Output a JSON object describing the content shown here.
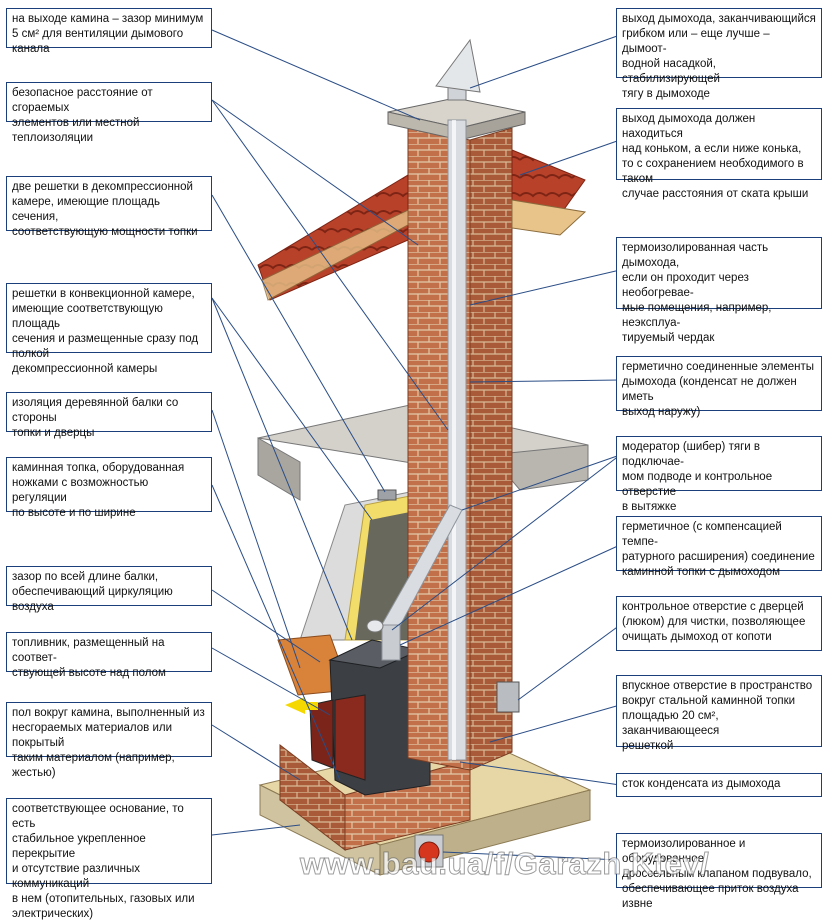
{
  "callouts_left": [
    {
      "id": "l1",
      "text": "на выходе камина – зазор минимум\n5 см² для вентиляции дымового канала"
    },
    {
      "id": "l2",
      "text": "безопасное расстояние от сгораемых\nэлементов или местной теплоизоляции"
    },
    {
      "id": "l3",
      "text": "две решетки в декомпрессионной\nкамере, имеющие площадь сечения,\nсоответствующую мощности топки"
    },
    {
      "id": "l4",
      "text": "решетки в конвекционной камере,\nимеющие соответствующую площадь\nсечения и размещенные сразу под полкой\nдекомпрессионной камеры"
    },
    {
      "id": "l5",
      "text": "изоляция деревянной балки со стороны\nтопки и дверцы"
    },
    {
      "id": "l6",
      "text": "каминная топка, оборудованная\nножками с возможностью регуляции\nпо высоте и по ширине"
    },
    {
      "id": "l7",
      "text": "зазор по всей длине балки,\nобеспечивающий циркуляцию воздуха"
    },
    {
      "id": "l8",
      "text": "топливник, размещенный на соответ-\nствующей высоте над полом"
    },
    {
      "id": "l9",
      "text": "пол вокруг камина, выполненный из\nнесгораемых материалов или покрытый\nтаким материалом (например, жестью)"
    },
    {
      "id": "l10",
      "text": "соответствующее основание, то есть\nстабильное укрепленное перекрытие\nи отсутствие различных коммуникаций\nв нем (отопительных, газовых или\nэлектрических)"
    }
  ],
  "callouts_right": [
    {
      "id": "r1",
      "text": "выход дымохода, заканчивающийся\nгрибком или – еще лучше – дымоот-\nводной насадкой, стабилизирующей\nтягу в дымоходе"
    },
    {
      "id": "r2",
      "text": "выход дымохода должен находиться\nнад коньком, а если ниже конька,\nто с сохранением необходимого в таком\nслучае расстояния от ската крыши"
    },
    {
      "id": "r3",
      "text": "термоизолированная часть дымохода,\nесли он проходит через необогревае-\nмые помещения, например, неэксплуа-\nтируемый чердак"
    },
    {
      "id": "r4",
      "text": "герметично соединенные элементы\nдымохода (конденсат не должен иметь\nвыход наружу)"
    },
    {
      "id": "r5",
      "text": "модератор (шибер) тяги в подключае-\nмом подводе и контрольное отверстие\nв вытяжке"
    },
    {
      "id": "r6",
      "text": "герметичное (с компенсацией темпе-\nратурного расширения) соединение\nкаминной топки с дымоходом"
    },
    {
      "id": "r7",
      "text": "контрольное отверстие с дверцей\n(люком) для чистки, позволяющее\nочищать дымоход от копоти"
    },
    {
      "id": "r8",
      "text": "впускное отверстие в пространство\nвокруг стальной каминной топки\nплощадью 20 см², заканчивающееся\nрешеткой"
    },
    {
      "id": "r9",
      "text": "сток конденсата из дымохода"
    },
    {
      "id": "r10",
      "text": "термоизолированное и оборудованное\nдроссельным клапаном подвувало,\nобеспечивающее приток воздуха извне"
    }
  ],
  "watermark": "www.bau.ua/f/Garazh.Ktev/",
  "colors": {
    "frame": "#1a3f7a",
    "leader": "#2a4d86",
    "brick": "#c2704a",
    "brick_dark": "#9e5233",
    "mortar": "#e3c9a8",
    "roof_tile": "#b8412a",
    "slab": "#b9b6b0",
    "pipe": "#d9dde2",
    "firebox": "#3c3f44",
    "door_glass": "#8a2a1e",
    "base": "#e8d7a6",
    "insulation": "#f2dc6a"
  }
}
